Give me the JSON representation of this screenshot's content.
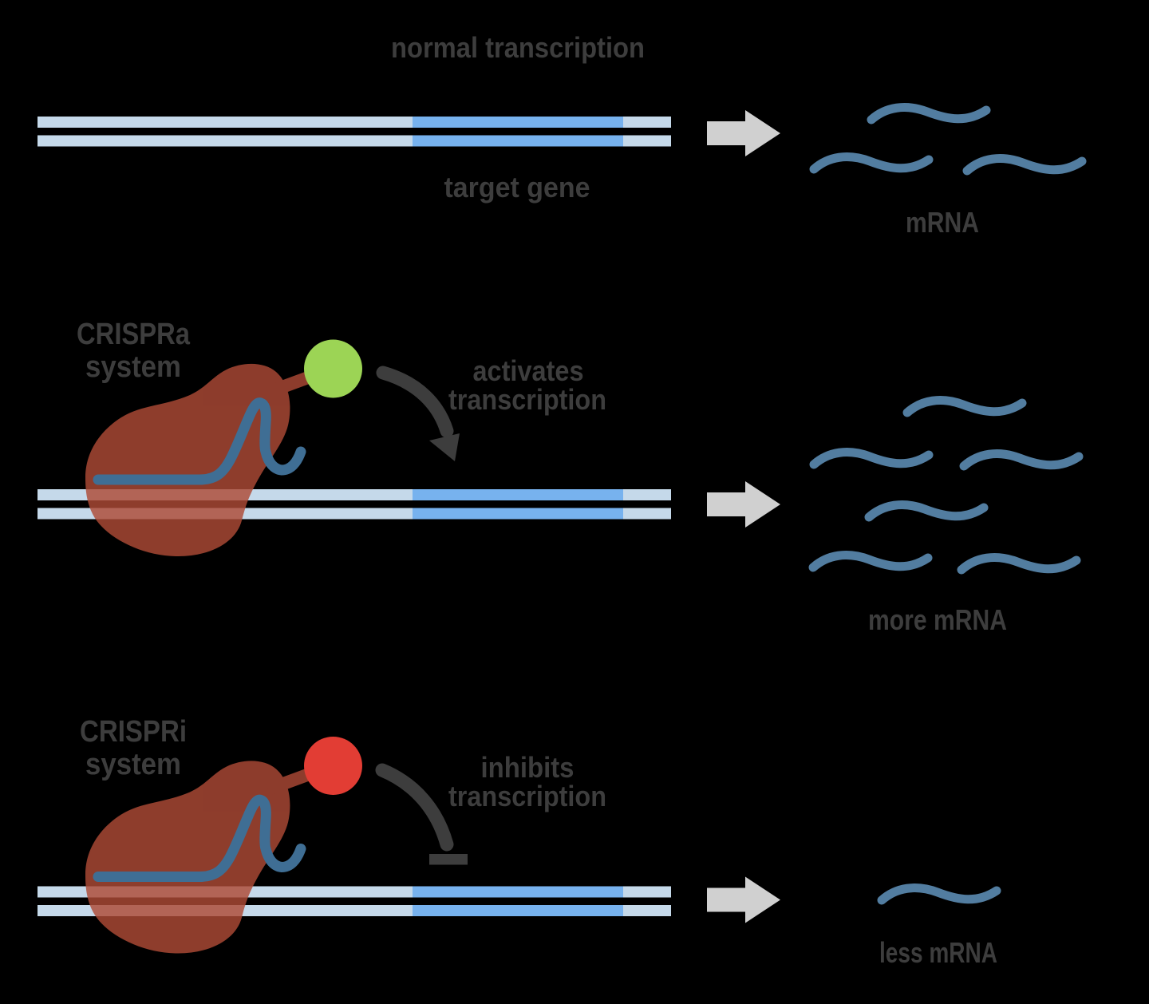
{
  "diagram": {
    "title": "CRISPRa / CRISPRi transcription regulation diagram",
    "background": "#000000",
    "colors": {
      "text": "#3d3d3d",
      "dna_backbone": "#c5d9ea",
      "target_gene": "#77b2ee",
      "mrna": "#527da0",
      "guide_rna": "#3f6e94",
      "cas9_protein": "#ad4a36",
      "activator_domain": "#9cd455",
      "inhibitor_domain": "#e23d34",
      "result_arrow": "#d0d0d0",
      "action_arrow": "#3d3d3d"
    },
    "rows": {
      "normal": {
        "title": "normal transcription",
        "gene_label": "target gene",
        "mrna_label": "mRNA",
        "mrna_count": 3
      },
      "crispra": {
        "name": "CRISPRa",
        "name2": "system",
        "action1": "activates",
        "action2": "transcription",
        "mrna_label": "more mRNA",
        "mrna_count": 6
      },
      "crispri": {
        "name": "CRISPRi",
        "name2": "system",
        "action1": "inhibits",
        "action2": "transcription",
        "mrna_label": "less mRNA",
        "mrna_count": 1
      }
    }
  }
}
